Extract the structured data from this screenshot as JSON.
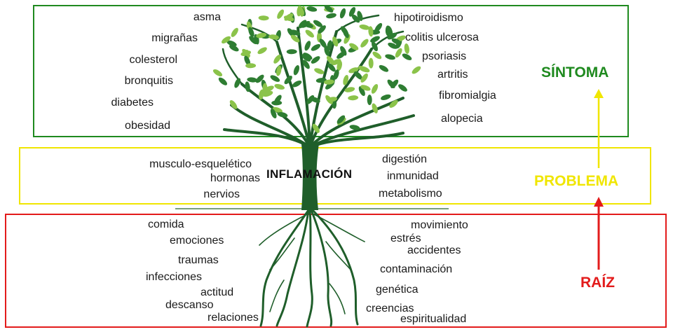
{
  "levels": {
    "sintoma": "SÍNTOMA",
    "problema": "PROBLEMA",
    "raiz": "RAÍZ"
  },
  "center": "INFLAMACIÓN",
  "sintoma_left": [
    "asma",
    "migrañas",
    "colesterol",
    "bronquitis",
    "diabetes",
    "obesidad"
  ],
  "sintoma_right": [
    "hipotiroidismo",
    "colitis ulcerosa",
    "psoriasis",
    "artritis",
    "fibromialgia",
    "alopecia"
  ],
  "problema_left": [
    "musculo-esquelético",
    "hormonas",
    "nervios"
  ],
  "problema_right": [
    "digestión",
    "inmunidad",
    "metabolismo"
  ],
  "raiz_left": [
    "comida",
    "emociones",
    "traumas",
    "infecciones",
    "actitud",
    "descanso",
    "relaciones"
  ],
  "raiz_right": [
    "movimiento",
    "estrés",
    "accidentes",
    "contaminación",
    "genética",
    "creencias",
    "espiritualidad"
  ],
  "colors": {
    "sintoma": "#1f8a1f",
    "problema": "#f0e600",
    "raiz": "#e31b1b",
    "tree": "#1f5e2a",
    "leaf_dark": "#2e7d32",
    "leaf_light": "#8bc34a"
  }
}
